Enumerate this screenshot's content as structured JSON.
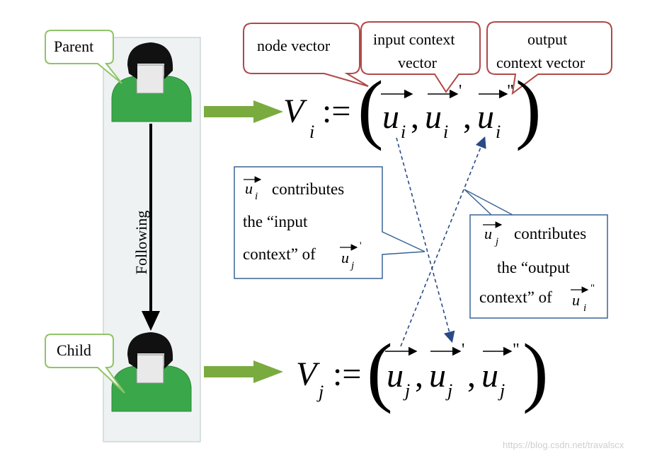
{
  "people": {
    "parent_label": "Parent",
    "child_label": "Child",
    "relation_label": "Following"
  },
  "callouts": {
    "node": "node vector",
    "input_line1": "input context",
    "input_line2": "vector",
    "output_line1": "output",
    "output_line2": "context vector"
  },
  "equations": {
    "top": {
      "lhs": "V",
      "lhs_sub": "i",
      "assign": ":=",
      "comp": "u",
      "sub": "i",
      "prime": "'",
      "dprime": "\""
    },
    "bottom": {
      "lhs": "V",
      "lhs_sub": "j",
      "assign": ":=",
      "comp": "u",
      "sub": "j",
      "prime": "'",
      "dprime": "\""
    }
  },
  "notes": {
    "left": {
      "vec": "u",
      "vec_sub": "i",
      "line1": "contributes",
      "line2": "the “input",
      "line3": "context” of",
      "ref_vec": "u",
      "ref_sub": "j",
      "ref_mark": "'"
    },
    "right": {
      "vec": "u",
      "vec_sub": "j",
      "line1": "contributes",
      "line2": "the “output",
      "line3": "context” of",
      "ref_vec": "u",
      "ref_sub": "i",
      "ref_mark": "\""
    }
  },
  "watermark": "https://blog.csdn.net/travalscx",
  "colors": {
    "person_body": "#3aa84a",
    "person_hair": "#111111",
    "callout_red": "#b04848",
    "note_blue": "#3a6496",
    "green_arrow": "#7aab3f",
    "speech_green": "#8fc466",
    "dashed_arrow": "#2a4a86"
  }
}
